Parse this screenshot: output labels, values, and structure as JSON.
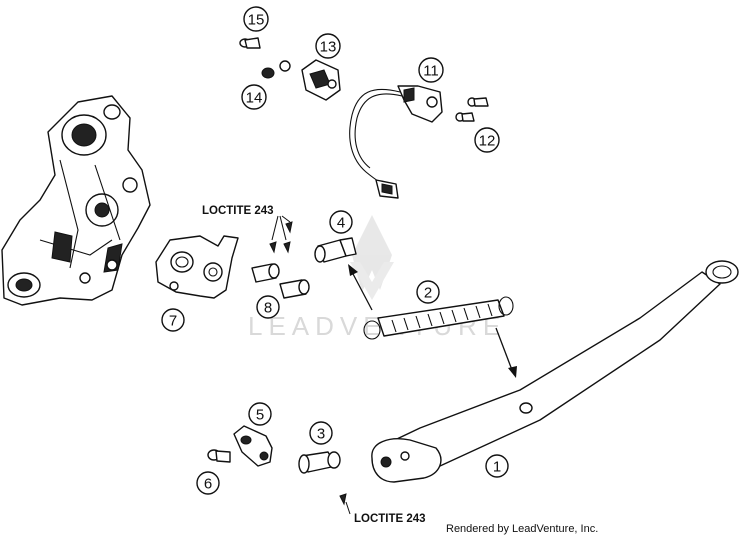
{
  "callouts": [
    {
      "number": "1"
    },
    {
      "number": "2"
    },
    {
      "number": "3"
    },
    {
      "number": "4"
    },
    {
      "number": "5"
    },
    {
      "number": "6"
    },
    {
      "number": "7"
    },
    {
      "number": "8"
    },
    {
      "number": "11"
    },
    {
      "number": "12"
    },
    {
      "number": "13"
    },
    {
      "number": "14"
    },
    {
      "number": "15"
    }
  ],
  "notes": {
    "loctite_top": "LOCTITE 243",
    "loctite_bottom": "LOCTITE 243"
  },
  "watermark": "LEADVENTURE",
  "credit": "Rendered by LeadVenture, Inc."
}
